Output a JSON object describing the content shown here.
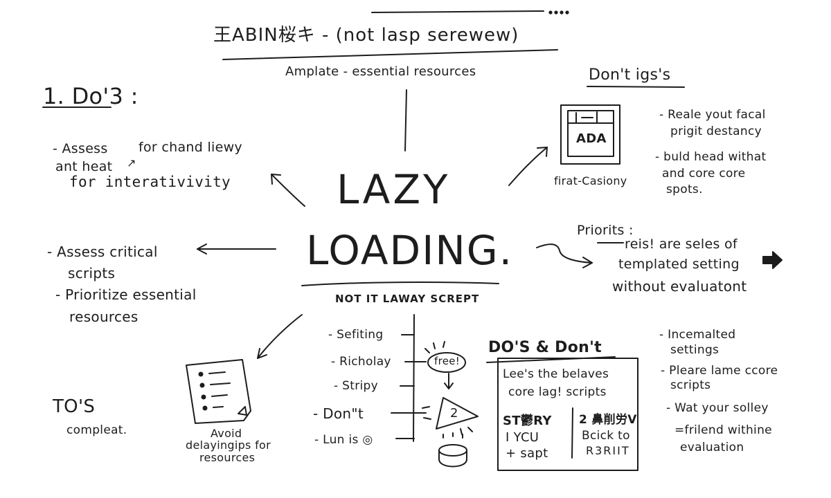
{
  "header": {
    "title": "王ABIN桜キ - (not lasp serewew)",
    "subtitle": "Amplate - essential resources"
  },
  "center": {
    "line1": "LAZY",
    "line2": "LOADING.",
    "caption": "NOT IT LAWAY SCREPT"
  },
  "dos": {
    "heading": "1. Do'3 :",
    "item1_a": "- Assess",
    "item1_b": "ant heat",
    "item1_c": "for chand liewy",
    "item1_d": "for  interativivity"
  },
  "left_mid": {
    "line1": "- Assess critical",
    "line2": "scripts",
    "line3": "- Prioritize essential",
    "line4": "resources"
  },
  "donts": {
    "heading": "Don't igs's",
    "icon_label": "ADA",
    "icon_caption": "firat-Casiony",
    "line1": "- Reale yout facal",
    "line2": "prigit destancy",
    "line3": "- buld head withat",
    "line4": "and core core",
    "line5": "spots."
  },
  "priorits": {
    "heading": "Priorits :",
    "line1": "reis! are seles of",
    "line2": "templated setting",
    "line3": "without  evaluatont"
  },
  "center_list": {
    "items": [
      "- Sefiting",
      "- Richolay",
      "- Stripy",
      "- Don\"t",
      "- Lun is ◎"
    ],
    "free_label": "free!",
    "triangle_label": "2"
  },
  "dos_donts": {
    "heading": "DO'S & Don't",
    "row1": "Lee's the belaves",
    "row2": "core lag! scripts",
    "cell1a": "ST鬱RY",
    "cell1b": "I YCU",
    "cell1c": "+ sapt",
    "cell2a": "2 鼻削労V",
    "cell2b": "Bcick to",
    "cell2c": "R3RIIT"
  },
  "right_bottom": {
    "line1": "- Incemalted",
    "line2": "settings",
    "line3": "- Pleare lame ccore",
    "line4": "scripts",
    "line5": "- Wat your solley",
    "line6": "=frilend withine",
    "line7": "evaluation"
  },
  "bottom_left": {
    "tos": "TO'S",
    "compleat": "compleat.",
    "avoid1": "Avoid",
    "avoid2": "delayingips for",
    "avoid3": "resources"
  },
  "colors": {
    "ink": "#1c1c1c",
    "paper": "#ffffff"
  }
}
